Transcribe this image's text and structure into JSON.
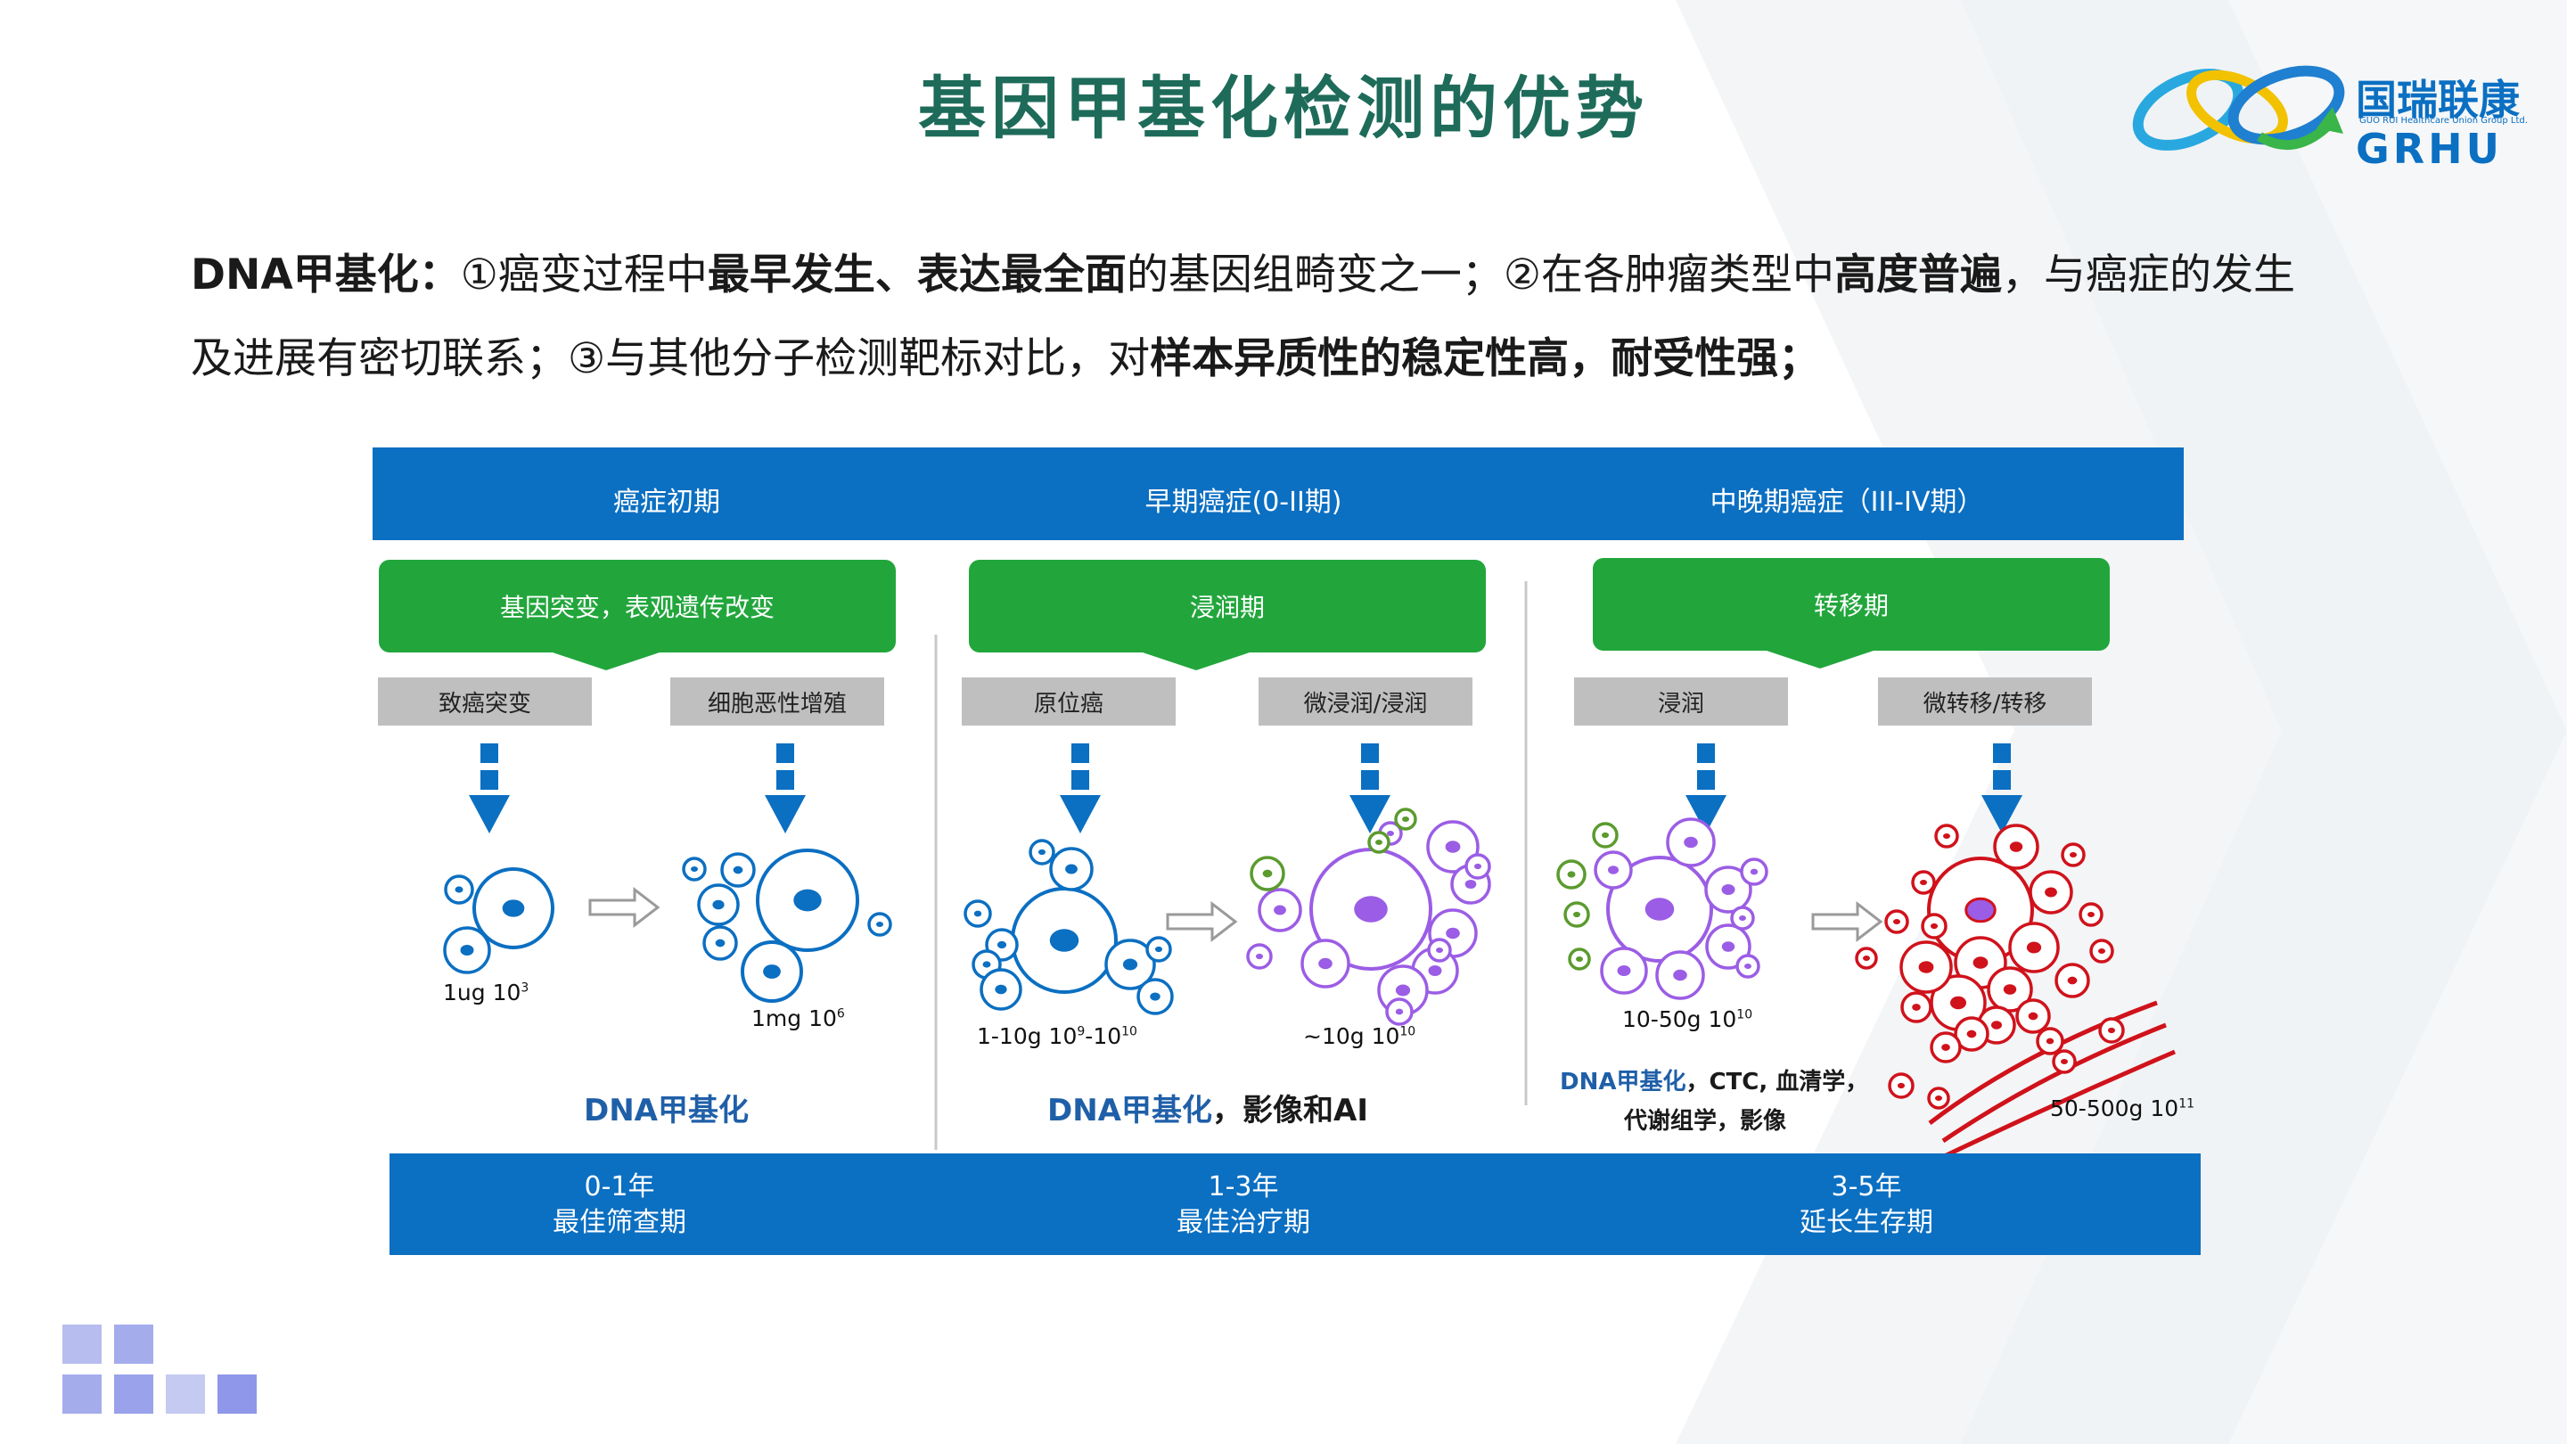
{
  "title": "基因甲基化检测的优势",
  "intro": {
    "line1": [
      {
        "t": "DNA甲基化：",
        "b": true
      },
      {
        "t": "①癌变过程中",
        "b": false
      },
      {
        "t": "最早发生、表达最全面",
        "b": true
      },
      {
        "t": "的基因组畸变之一；②在各肿瘤类型中",
        "b": false
      },
      {
        "t": "高度普遍",
        "b": true
      },
      {
        "t": "，与癌症的发生",
        "b": false
      }
    ],
    "line2": [
      {
        "t": "及进展有密切联系；③与其他分子检测靶标对比，对",
        "b": false
      },
      {
        "t": "样本异质性的稳定性高，耐受性强；",
        "b": true
      }
    ]
  },
  "logo": {
    "name_cn": "国瑞联康",
    "sub": "GUO RUI Healthcare Union Group Ltd.",
    "name_en": "GRHU"
  },
  "top_band": [
    "癌症初期",
    "早期癌症(0-II期)",
    "中晚期癌症（III-IV期）"
  ],
  "phases": [
    "基因突变，表观遗传改变",
    "浸润期",
    "转移期"
  ],
  "steps": [
    "致癌突变",
    "细胞恶性增殖",
    "原位癌",
    "微浸润/浸润",
    "浸润",
    "微转移/转移"
  ],
  "sizes": [
    {
      "base": "1ug 10",
      "exp": "3"
    },
    {
      "base": "1mg 10",
      "exp": "6"
    },
    {
      "base": "1-10g 10",
      "exp": "9",
      "mid": "-10",
      "exp2": "10"
    },
    {
      "base": "~10g  10",
      "exp": "10"
    },
    {
      "base": "10-50g 10",
      "exp": "10"
    },
    {
      "base": "50-500g 10",
      "exp": "11"
    }
  ],
  "methods": {
    "early": "DNA甲基化",
    "mid_blue": "DNA甲基化",
    "mid_dark": "，影像和AI",
    "late_blue": "DNA甲基化",
    "late_dark1": "，CTC, 血清学，",
    "late_dark2": "代谢组学，影像"
  },
  "bottom_band": [
    {
      "years": "0-1年",
      "label": "最佳筛查期"
    },
    {
      "years": "1-3年",
      "label": "最佳治疗期"
    },
    {
      "years": "3-5年",
      "label": "延长生存期"
    }
  ],
  "colors": {
    "title": "#1e6b5a",
    "band": "#0b6fc2",
    "phase": "#22a63c",
    "step": "#bfbfbf",
    "cell_blue": "#0b6fc2",
    "cell_purple": "#9b5de5",
    "cell_green": "#5b9b2e",
    "cell_red": "#d0121b",
    "method_blue": "#1f5fa8"
  }
}
